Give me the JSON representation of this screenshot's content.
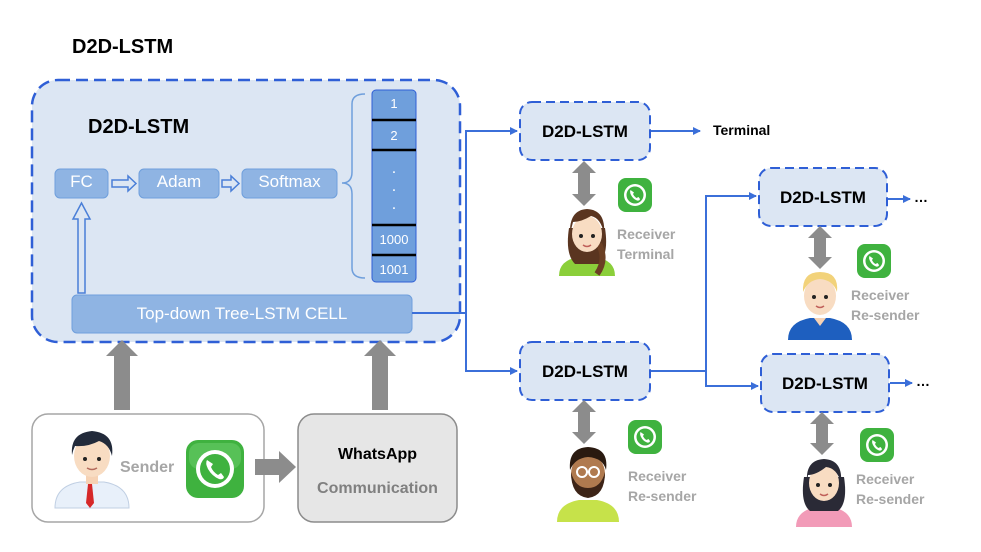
{
  "title": "D2D-LSTM",
  "inner_module": {
    "title": "D2D-LSTM",
    "fc_label": "FC",
    "adam_label": "Adam",
    "softmax_label": "Softmax",
    "tree_cell_label": "Top-down Tree-LSTM CELL",
    "output_cells": [
      "1",
      "2",
      ".",
      ".",
      ".",
      "1000",
      "1001"
    ]
  },
  "sender": {
    "label": "Sender"
  },
  "whatsapp_box": {
    "line1": "WhatsApp",
    "line2": "Communication"
  },
  "nodes": [
    {
      "id": "n1",
      "label": "D2D-LSTM",
      "output": "Terminal",
      "role1": "Receiver",
      "role2": "Terminal"
    },
    {
      "id": "n2",
      "label": "D2D-LSTM",
      "output": "",
      "role1": "Receiver",
      "role2": "Re-sender"
    },
    {
      "id": "n3",
      "label": "D2D-LSTM",
      "output": "…",
      "role1": "Receiver",
      "role2": "Re-sender"
    },
    {
      "id": "n4",
      "label": "D2D-LSTM",
      "output": "…",
      "role1": "Receiver",
      "role2": "Re-sender"
    }
  ],
  "colors": {
    "dashed_border": "#2f5fd6",
    "panel_fill": "#dce6f3",
    "inner_box": "#8fb4e3",
    "cell_fill": "#6f9fdc",
    "arrow_blue": "#3b6fd9",
    "arrow_gray": "#8c8c8c",
    "whatsapp_green": "#3fb23f"
  }
}
